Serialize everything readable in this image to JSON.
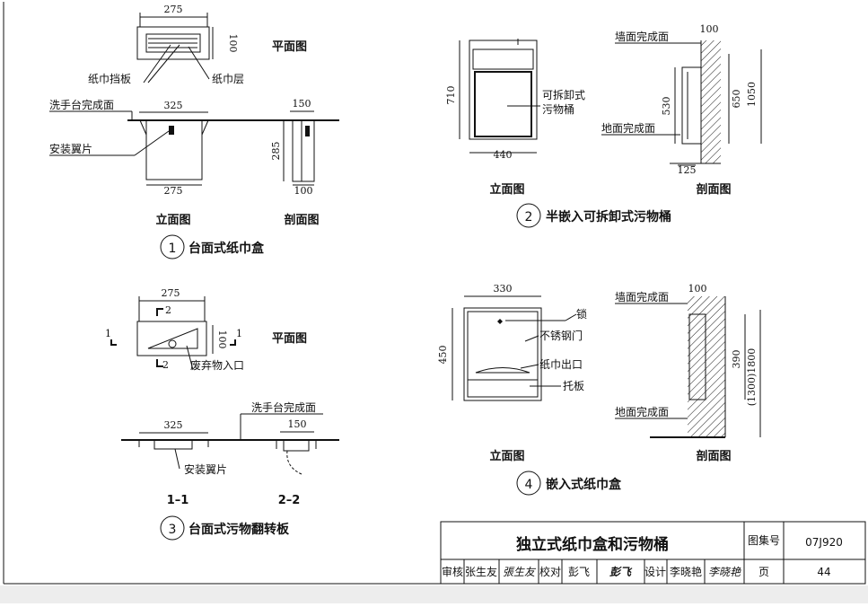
{
  "fig1": {
    "d_275_top": "275",
    "d_100_side": "100",
    "plan_label": "平面图",
    "baffle": "纸巾挡板",
    "layer": "纸巾层",
    "counter_surface": "洗手台完成面",
    "wing": "安装翼片",
    "d_325": "325",
    "d_275_bot": "275",
    "d_150": "150",
    "d_285": "285",
    "d_100_bot": "100",
    "elev": "立面图",
    "sect": "剖面图",
    "num": "1",
    "title": "台面式纸巾盒"
  },
  "fig2": {
    "d_710": "710",
    "d_440": "440",
    "bin": "可拆卸式",
    "bin2": "污物桶",
    "wall_surface": "墙面完成面",
    "d_100": "100",
    "d_530": "530",
    "d_650": "650",
    "d_1050": "1050",
    "floor_surface": "地面完成面",
    "d_125": "125",
    "elev": "立面图",
    "sect": "剖面图",
    "num": "2",
    "title": "半嵌入可拆卸式污物桶"
  },
  "fig3": {
    "d_275": "275",
    "cut_2a": "2",
    "cut_2b": "2",
    "cut_1a": "1",
    "cut_1b": "1",
    "d_100": "100",
    "plan_label": "平面图",
    "inlet": "废弃物入口",
    "counter_surface": "洗手台完成面",
    "d_325": "325",
    "d_150": "150",
    "wing": "安装翼片",
    "sec11": "1–1",
    "sec22": "2–2",
    "num": "3",
    "title": "台面式污物翻转板"
  },
  "fig4": {
    "d_330": "330",
    "d_450": "450",
    "lock": "锁",
    "door": "不锈钢门",
    "outlet": "纸巾出口",
    "tray": "托板",
    "wall_surface": "墙面完成面",
    "d_100": "100",
    "d_390": "390",
    "d_1800": "(1300)1800",
    "floor_surface": "地面完成面",
    "elev": "立面图",
    "sect": "剖面图",
    "num": "4",
    "title": "嵌入式纸巾盒"
  },
  "title_block": {
    "main_title": "独立式纸巾盒和污物桶",
    "atlas_label": "图集号",
    "atlas_no": "07J920",
    "review": "审核",
    "reviewer": "张生友",
    "reviewer_sig": "張生友",
    "check": "校对",
    "checker": "彭飞",
    "checker_sig": "彭飞",
    "design": "设计",
    "designer": "李晓艳",
    "designer_sig": "李晓艳",
    "page_label": "页",
    "page_no": "44"
  }
}
